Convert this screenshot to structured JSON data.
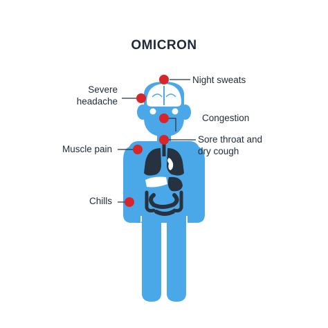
{
  "title": "OMICRON",
  "symptoms": {
    "night_sweats": "Night sweats",
    "severe_headache_line1": "Severe",
    "severe_headache_line2": "headache",
    "congestion": "Congestion",
    "sore_throat_line1": "Sore throat and",
    "sore_throat_line2": "dry cough",
    "muscle_pain": "Muscle pain",
    "chills": "Chills"
  },
  "colors": {
    "body": "#4aa8e8",
    "organs": "#273240",
    "brain": "#ffffff",
    "marker": "#d6252b",
    "leader_line": "#273240"
  }
}
